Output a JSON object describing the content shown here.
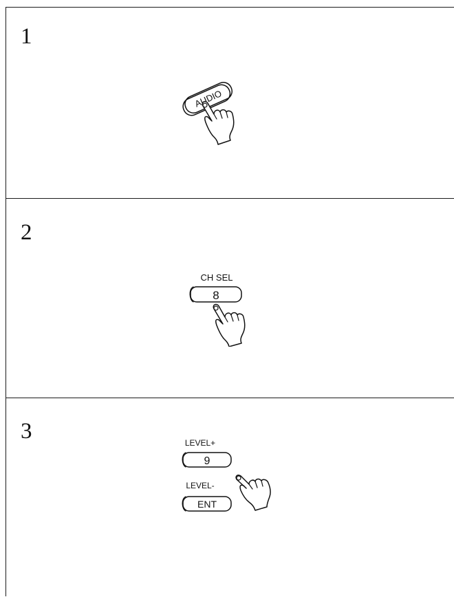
{
  "steps": [
    {
      "number": "1",
      "button_label": "AUDIO",
      "icon": "pointing-hand-icon"
    },
    {
      "number": "2",
      "caption": "CH SEL",
      "button_label": "8",
      "icon": "pointing-hand-icon"
    },
    {
      "number": "3",
      "caption_upper": "LEVEL+",
      "button_upper_label": "9",
      "caption_lower": "LEVEL-",
      "button_lower_label": "ENT",
      "icon": "pointing-hand-icon"
    }
  ]
}
